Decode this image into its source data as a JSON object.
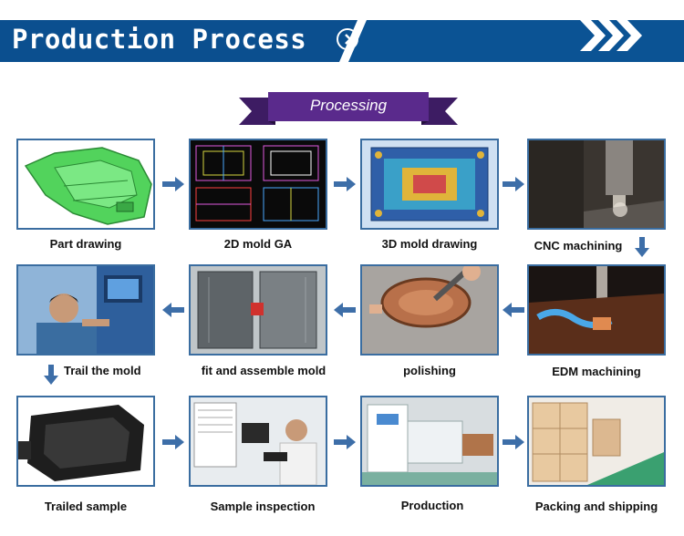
{
  "header": {
    "title": "Production Process",
    "bar_color": "#0b5394",
    "icons": [
      "chevron-circle-icon",
      "triple-chevron-icon"
    ]
  },
  "ribbon": {
    "label": "Processing",
    "color": "#5a2a8c"
  },
  "steps": [
    {
      "label": "Part drawing"
    },
    {
      "label": "2D mold GA"
    },
    {
      "label": "3D mold drawing"
    },
    {
      "label": "CNC machining"
    },
    {
      "label": "EDM machining"
    },
    {
      "label": "polishing"
    },
    {
      "label": "fit and assemble mold"
    },
    {
      "label": "Trail the mold"
    },
    {
      "label": "Trailed sample"
    },
    {
      "label": "Sample inspection"
    },
    {
      "label": "Production"
    },
    {
      "label": "Packing and shipping"
    }
  ],
  "arrow_color": "#3d6ea8"
}
